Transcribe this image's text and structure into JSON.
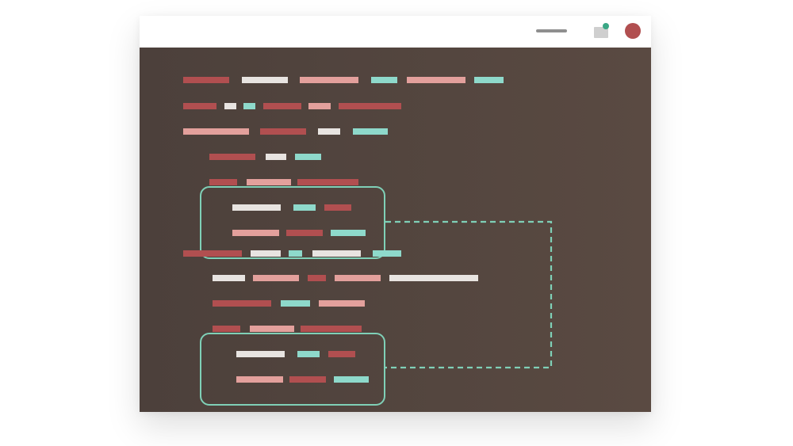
{
  "colors": {
    "keyword": "#b14f50",
    "string": "#e3a09c",
    "plain": "#e8e4e1",
    "accent": "#8ed9cb",
    "outline": "#7fd0b7",
    "background": "#4f433d"
  },
  "icons": [
    "menu-icon",
    "notification-icon",
    "avatar-icon"
  ],
  "code_lines": [
    [
      "keyword",
      "plain",
      "string",
      "accent",
      "string",
      "accent"
    ],
    [
      "keyword",
      "plain",
      "accent",
      "keyword",
      "string",
      "keyword"
    ],
    [
      "string",
      "keyword",
      "plain",
      "accent"
    ],
    [
      "keyword",
      "plain",
      "accent"
    ],
    [
      "keyword",
      "string",
      "keyword"
    ],
    [
      "plain",
      "accent",
      "keyword"
    ],
    [
      "string",
      "keyword",
      "accent"
    ],
    [
      "keyword",
      "plain",
      "accent",
      "plain",
      "accent"
    ],
    [
      "plain",
      "string",
      "keyword",
      "string",
      "plain"
    ],
    [
      "keyword",
      "accent",
      "string"
    ],
    [
      "keyword",
      "string",
      "keyword"
    ],
    [
      "plain",
      "accent",
      "keyword"
    ],
    [
      "string",
      "keyword",
      "accent"
    ]
  ],
  "highlighted_blocks": [
    "first-block",
    "second-block"
  ]
}
